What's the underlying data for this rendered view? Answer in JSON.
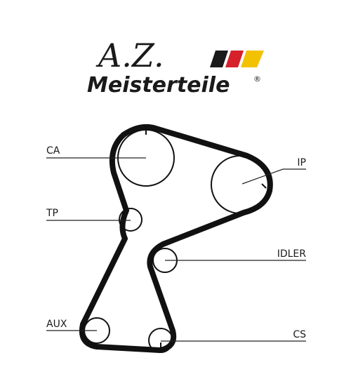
{
  "logo": {
    "signature": "A.Z.",
    "brand": "Meisterteile",
    "registered_mark": "®",
    "flag_colors": [
      "#1a1a1a",
      "#d6202a",
      "#f2c200"
    ]
  },
  "diagram": {
    "belt_color": "#111111",
    "labels": {
      "ca": "CA",
      "ip": "IP",
      "tp": "TP",
      "idler": "IDLER",
      "aux": "AUX",
      "cs": "CS"
    }
  }
}
